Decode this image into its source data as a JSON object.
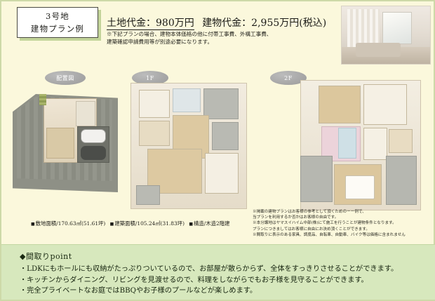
{
  "header": {
    "plot_badge": {
      "line1": "3号地",
      "line2": "建物プラン例"
    },
    "land_price_label": "土地代金：980万円",
    "building_price_label": "建物代金：2,955万円(税込)",
    "note_line1": "※下記プランの場合、建物本体価格の他に付帯工事費、外構工事費、",
    "note_line2": "建築確認申請費用等が別途必要になります。"
  },
  "badges": {
    "site_plan": "配置図",
    "first_floor": "1F",
    "second_floor": "2F"
  },
  "specs": {
    "land_area": "敷地面積/170.63㎡(51.61坪)",
    "building_area": "建築面積/105.24㎡(31.83坪)",
    "structure": "構造/木造2階建"
  },
  "disclaimer": {
    "line1": "※掲載の建物プランはお客様の参考として頂くためのーー例で、",
    "line2": "当プランを利用するか否かはお客様の自由です。",
    "line3": "※本分譲地はヤマスイハイム中部(株)にて施工を行うことが建物条件となります。",
    "line4": "プランにつきましてはお客様に自由にお決め頂くことができます。",
    "line5": "※間取りに表示のある家具、調度品、自転車、自動車、バイク等は価格に含まれません"
  },
  "points": {
    "title": "◆間取りpoint",
    "items": [
      "・LDKにもホールにも収納がたっぷりついているので、お部屋が散らからず、全体をすっきりさせることができます。",
      "・キッチンからダイニング、リビングを見渡せるので、料理をしながらでもお子様を見守ることができます。",
      "・完全プライベートなお庭ではBBQやお子様のプールなどが楽しめます。"
    ]
  },
  "colors": {
    "page_background": "#fbf8dc",
    "page_border": "#cdd9a8",
    "points_background": "#d7e8bd",
    "badge_shadow": "#c3d49a",
    "oval_badge": "#9a9a9a"
  }
}
